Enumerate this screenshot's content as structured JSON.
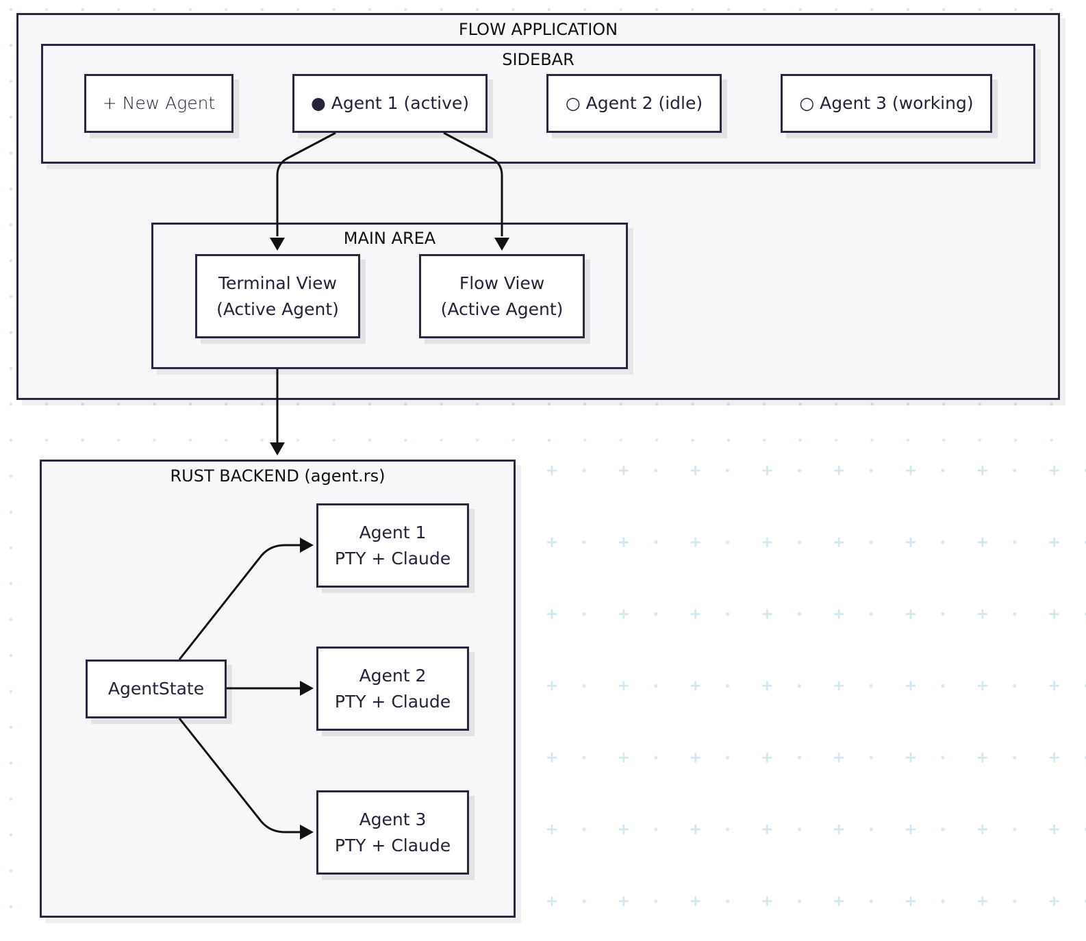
{
  "colors": {
    "stroke": "#2a2740",
    "group_fill": "#f7f7fa",
    "node_fill": "#ffffff",
    "grid": "#c9e3ec"
  },
  "groups": {
    "app": {
      "title": "FLOW APPLICATION"
    },
    "sidebar": {
      "title": "SIDEBAR"
    },
    "main": {
      "title": "MAIN AREA"
    },
    "backend": {
      "title": "RUST BACKEND (agent.rs)"
    }
  },
  "sidebar": {
    "new_agent": "+ New Agent",
    "agent1": "● Agent 1 (active)",
    "agent2": "○ Agent 2 (idle)",
    "agent3": "○ Agent 3 (working)"
  },
  "main": {
    "terminal": {
      "line1": "Terminal View",
      "line2": "(Active Agent)"
    },
    "flow": {
      "line1": "Flow View",
      "line2": "(Active Agent)"
    }
  },
  "backend": {
    "state": "AgentState",
    "agent1": {
      "line1": "Agent 1",
      "line2": "PTY + Claude"
    },
    "agent2": {
      "line1": "Agent 2",
      "line2": "PTY + Claude"
    },
    "agent3": {
      "line1": "Agent 3",
      "line2": "PTY + Claude"
    }
  },
  "edges": [
    {
      "from": "Agent 1 (active)",
      "to": "Terminal View"
    },
    {
      "from": "Agent 1 (active)",
      "to": "Flow View"
    },
    {
      "from": "MAIN AREA",
      "to": "RUST BACKEND (agent.rs)"
    },
    {
      "from": "AgentState",
      "to": "Agent 1"
    },
    {
      "from": "AgentState",
      "to": "Agent 2"
    },
    {
      "from": "AgentState",
      "to": "Agent 3"
    }
  ]
}
